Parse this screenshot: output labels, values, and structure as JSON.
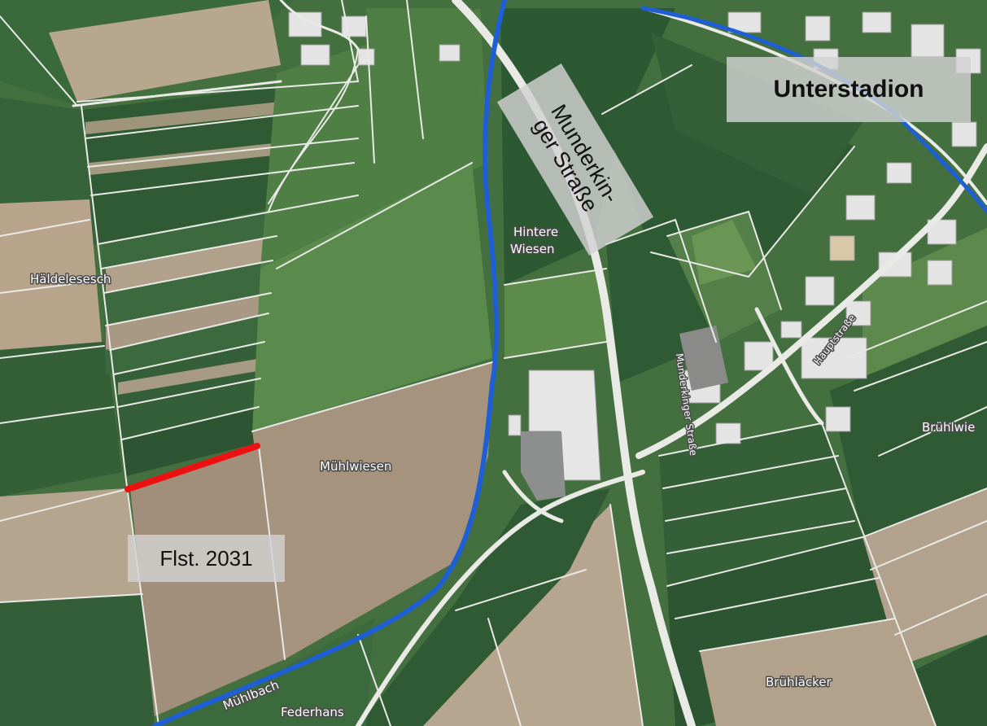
{
  "map": {
    "overlay_labels": {
      "town": "Unterstadion",
      "street_line1": "Munderkin-",
      "street_line2": "ger Straße",
      "parcel": "Flst. 2031"
    },
    "place_labels": {
      "haeldelesesch": "Häldelesesch",
      "hintere_wiesen_line1": "Hintere",
      "hintere_wiesen_line2": "Wiesen",
      "muehlwiesen": "Mühlwiesen",
      "bruehlwie": "Brühlwie",
      "bruehlaecker": "Brühläcker",
      "federhans": "Federhans",
      "muehlbach": "Mühlbach",
      "hauptstrasse": "Hauptstraße",
      "munderkinger_strasse": "Munderkinger Straße"
    },
    "colors": {
      "field_dark": "#2f5a33",
      "field_mid": "#4d7b45",
      "field_light": "#6f9657",
      "field_bare": "#b3a38d",
      "field_brown": "#9c8b78",
      "road": "#e9e9e6",
      "creek": "#1f5fd6",
      "parcel_line": "#ee1111",
      "building": "#e4e4e4"
    }
  }
}
